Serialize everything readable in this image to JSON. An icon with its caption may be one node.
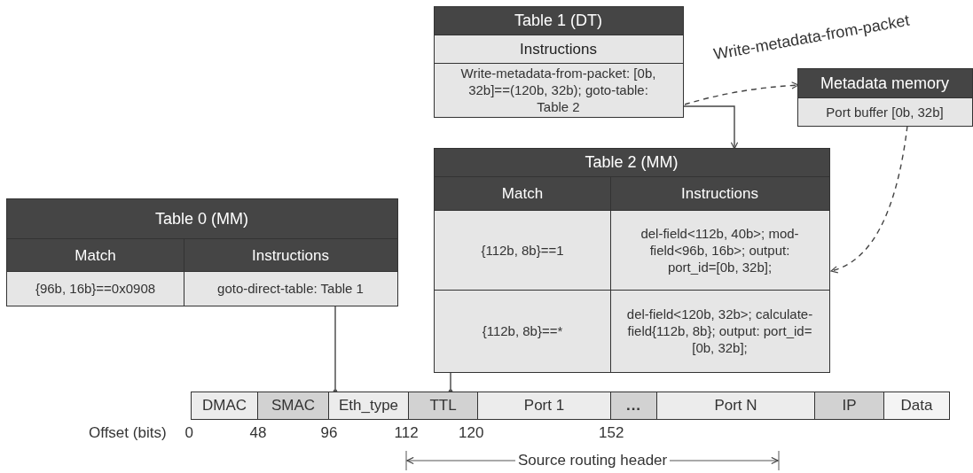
{
  "diagram": {
    "nodes": [
      {
        "text": [
          "Table 1 (DT)",
          "Instructions",
          "Write-metadata-from-packet: [0b, 32b]==(120b, 32b); goto-table: Table 2"
        ]
      },
      {
        "text": [
          "Metadata memory",
          "Port buffer [0b, 32b]"
        ]
      },
      {
        "text": [
          "Table 2 (MM)",
          "Match",
          "Instructions",
          "{112b, 8b}==1",
          "del-field<112b, 40b>; mod-field<96b, 16b>; output: port_id=[0b, 32b];",
          "{112b, 8b}==*",
          "del-field<120b, 32b>; calculate-field{112b, 8b}; output: port_id=[0b, 32b];"
        ]
      },
      {
        "text": [
          "Table 0 (MM)",
          "Match",
          "Instructions",
          "{96b, 16b}==0x0908",
          "goto-direct-table: Table 1"
        ]
      },
      {
        "text": [
          "DMAC"
        ]
      },
      {
        "text": [
          "SMAC"
        ]
      },
      {
        "text": [
          "Eth_type"
        ]
      },
      {
        "text": [
          "TTL"
        ]
      },
      {
        "text": [
          "Port 1"
        ]
      },
      {
        "text": [
          "..."
        ]
      },
      {
        "text": [
          "Port N"
        ]
      },
      {
        "text": [
          "IP"
        ]
      },
      {
        "text": [
          "Data"
        ]
      }
    ],
    "edges": [
      {
        "from": 3,
        "to": 6,
        "arrow": "other"
      },
      {
        "from": 2,
        "to": 7,
        "arrow": "other"
      },
      {
        "from": 0,
        "to": 2,
        "arrow": "to"
      },
      {
        "from": 0,
        "to": 1,
        "arrow": "to",
        "label": "Write-metadata-from-packet",
        "style": "dashed"
      },
      {
        "from": 1,
        "to": 2,
        "arrow": "to",
        "style": "dashed"
      }
    ],
    "labels": [
      "Offset (bits)",
      "0",
      "48",
      "96",
      "112",
      "120",
      "152",
      "Source routing header"
    ]
  }
}
